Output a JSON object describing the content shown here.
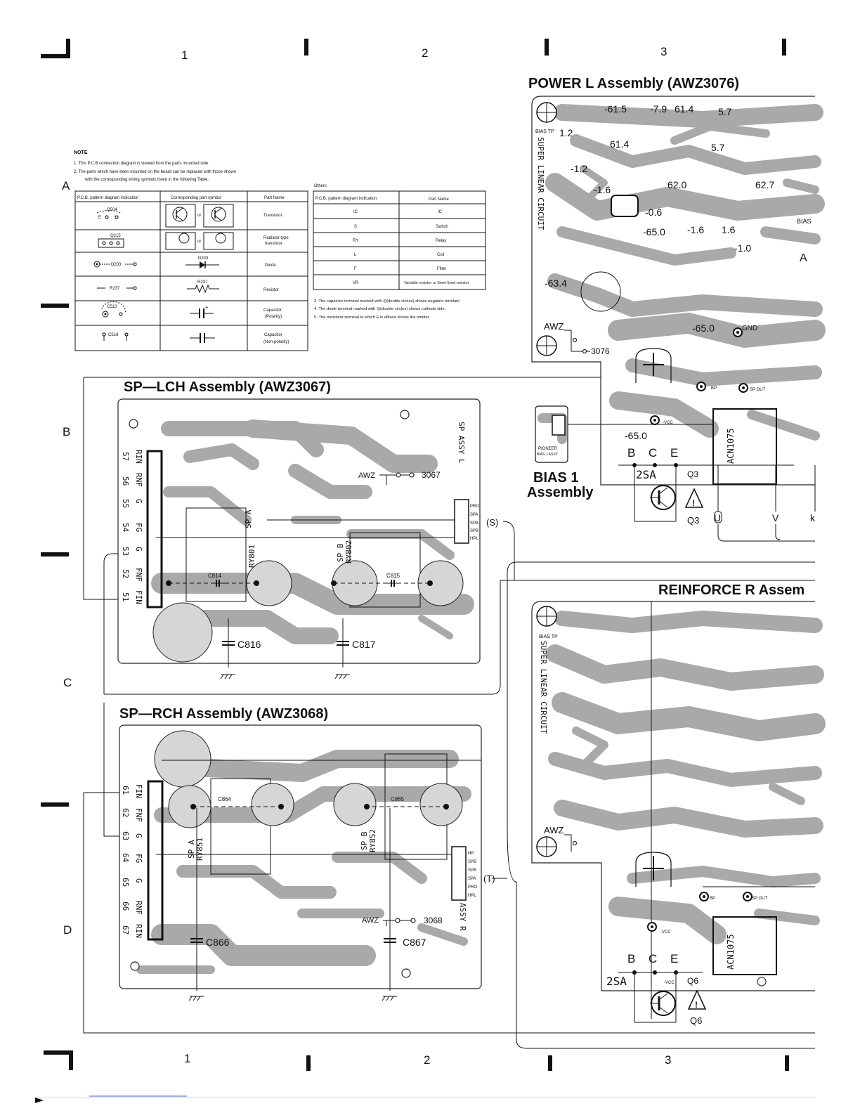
{
  "grid": {
    "columns": [
      "1",
      "2",
      "3"
    ],
    "rows": [
      "A",
      "B",
      "C",
      "D"
    ]
  },
  "note": {
    "heading": "NOTE",
    "items": [
      "1.   This P.C.B connection diagram is viewed from the parts mounted side.",
      "2.   The parts which have been mounted on the board can be replaced with those shown",
      "with the corresponding wiring symbols listed in the following Table."
    ],
    "table": {
      "headers": [
        "P.C.B. pattern diagram indication",
        "Corresponding part symbol",
        "Part Name"
      ],
      "rows": [
        {
          "pattern": "Q504",
          "symbol": "or",
          "name": [
            "Transistor"
          ]
        },
        {
          "pattern": "Q215",
          "symbol": "or",
          "name": [
            "Radiator type",
            "transistor"
          ]
        },
        {
          "pattern": "D203",
          "symbol": "D203",
          "name": [
            "Diode"
          ]
        },
        {
          "pattern": "R237",
          "symbol": "R237",
          "name": [
            "Resistor"
          ]
        },
        {
          "pattern": "C513",
          "symbol": "",
          "name": [
            "Capacitor",
            "(Polarity)"
          ]
        },
        {
          "pattern": "C518",
          "symbol": "",
          "name": [
            "Capacitor",
            "(Non-polarity)"
          ]
        }
      ]
    },
    "others_label": "Others",
    "others_table": {
      "headers": [
        "P.C.B. pattern diagram indication",
        "Part Name"
      ],
      "rows": [
        [
          "IC",
          "IC"
        ],
        [
          "S",
          "Switch"
        ],
        [
          "RY",
          "Relay"
        ],
        [
          "L",
          "Coil"
        ],
        [
          "F",
          "Filter"
        ],
        [
          "VR",
          "Variable resistor or Semi fixed resistor"
        ]
      ]
    },
    "footnotes": [
      "3.   The capacitor terminal marked with ◎(double circles) shows negatine termianl.",
      "4.   The diode terminal marked with ◎(double circles) shows cathode side.",
      "5.   The transistor terminal to which E is affixed shows the emitter."
    ]
  },
  "assemblies": {
    "power_l": {
      "title": "POWER L Assembly (AWZ3076)",
      "side_label": "SUPER LINEAR CIRCUIT",
      "bias_tp": "BIAS TP",
      "voltages": [
        "-61.5",
        "-7.9",
        "61.4",
        "5.7",
        "1.2",
        "61.4",
        "-1.2",
        "5.7",
        "62.0",
        "62.7",
        "-1.6",
        "-0.6",
        "-65.0",
        "-1.6",
        "1.6",
        "-1.0",
        "-63.4",
        "-65.0",
        "-65.0"
      ],
      "labels": [
        "BIAS",
        "A",
        "GND",
        "BP",
        "SP OUT",
        "-VCC",
        "AWZ",
        "3076",
        "ACN1075",
        "B",
        "C",
        "E",
        "2SA",
        "Q3",
        "Q3",
        "U",
        "V",
        "k"
      ]
    },
    "bias1": {
      "title_line1": "BIAS 1",
      "title_line2": "Assembly",
      "text_line1": "PIONEER",
      "text_line2": "BIAS 1 ASSY"
    },
    "sp_lch": {
      "title": "SP—LCH Assembly (AWZ3067)",
      "side_label": "SP ASSY L",
      "awz": "AWZ",
      "awz_no": "3067",
      "pins": [
        "RIN",
        "RNF",
        "G",
        "FG",
        "G",
        "FNF",
        "FIN"
      ],
      "pin_numbers": [
        "57",
        "56",
        "55",
        "54",
        "53",
        "52",
        "51"
      ],
      "relays": [
        "SP A",
        "RY801",
        "SP B",
        "RY802"
      ],
      "caps": [
        "C814",
        "C815",
        "C816",
        "C817"
      ],
      "connector": [
        "PRO",
        "SPA",
        "SPB",
        "SPB",
        "HPL"
      ],
      "connector_tag": "(S)"
    },
    "sp_rch": {
      "title": "SP—RCH Assembly (AWZ3068)",
      "side_label": "SP ASSY R",
      "awz": "AWZ",
      "awz_no": "3068",
      "pins": [
        "FIN",
        "FNF",
        "G",
        "FG",
        "G",
        "RNF",
        "RIN"
      ],
      "pin_numbers": [
        "61",
        "62",
        "63",
        "64",
        "65",
        "66",
        "67"
      ],
      "relays": [
        "SP A",
        "RY851",
        "SP B",
        "RY852"
      ],
      "caps": [
        "C864",
        "C865",
        "C866",
        "C867"
      ],
      "connector": [
        "HP",
        "SPB",
        "SPB",
        "SPA",
        "PRO",
        "HPL"
      ],
      "connector_tag": "(T)"
    },
    "reinforce_r": {
      "title": "REINFORCE R Assem",
      "side_label": "SUPER LINEAR CIRCUIT",
      "bias_tp": "BIAS TP",
      "labels": [
        "AWZ",
        "BP",
        "SP OUT",
        "-VCC",
        "ACN1075",
        "B",
        "C",
        "E",
        "2SA",
        "-VCC",
        "Q6",
        "Q6"
      ]
    }
  }
}
